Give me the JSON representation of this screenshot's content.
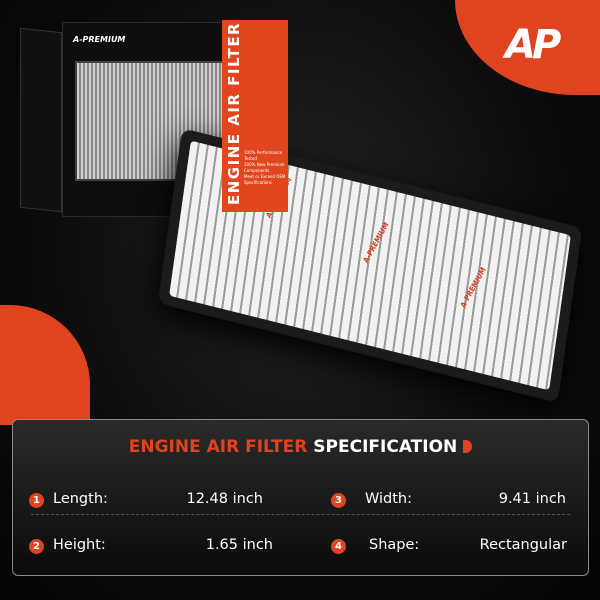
{
  "brand": {
    "logo_text": "A-PREMIUM",
    "logo_mark": "AP",
    "accent": "#e0431f"
  },
  "box": {
    "title": "ENGINE AIR FILTER",
    "features": [
      "100% Performance Tested",
      "100% New Premium Components",
      "Meet or Exceed OEM Specifications"
    ]
  },
  "filter": {
    "stamp": "A-PREMIUM"
  },
  "spec": {
    "title_orange": "ENGINE AIR FILTER",
    "title_white": "SPECIFICATION",
    "items": [
      {
        "num": "1",
        "label": "Length:",
        "value": "12.48 inch"
      },
      {
        "num": "2",
        "label": "Height:",
        "value": "1.65 inch"
      },
      {
        "num": "3",
        "label": "Width:",
        "value": "9.41 inch"
      },
      {
        "num": "4",
        "label": "Shape:",
        "value": "Rectangular"
      }
    ]
  }
}
